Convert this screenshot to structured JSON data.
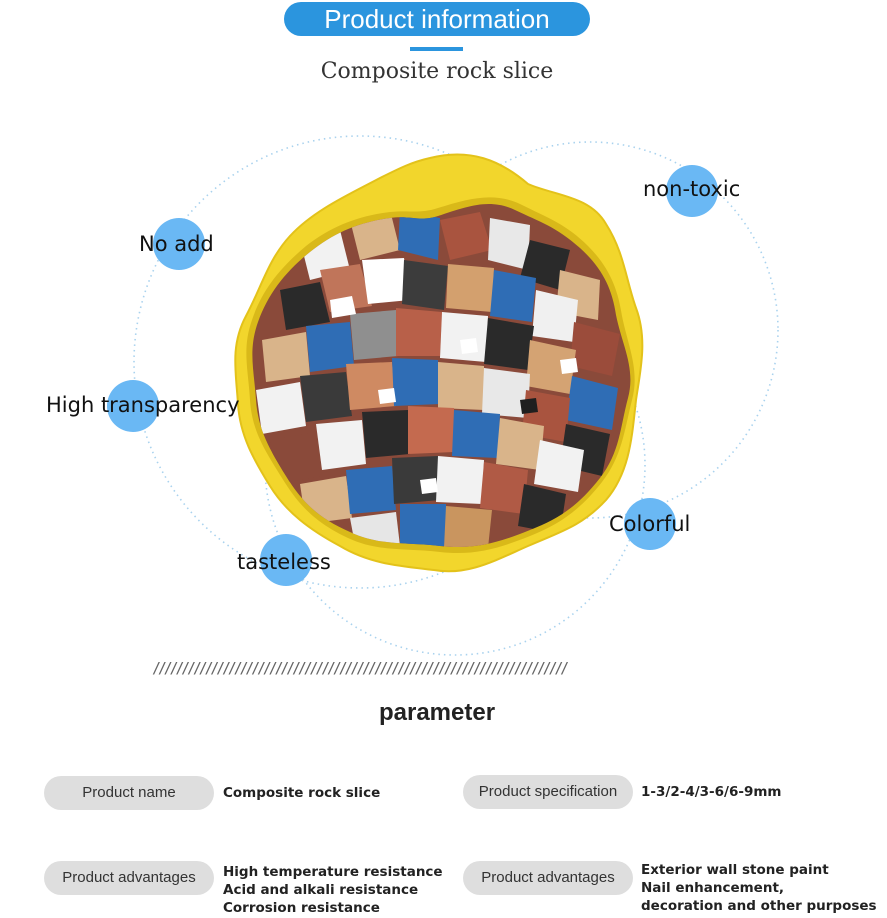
{
  "header": {
    "title": "Product information",
    "subtitle": "Composite rock slice",
    "accent_color": "#2b95de"
  },
  "features": [
    {
      "label": "non-toxic"
    },
    {
      "label": "No add"
    },
    {
      "label": "High transparency"
    },
    {
      "label": "Colorful"
    },
    {
      "label": "tasteless"
    }
  ],
  "divider": {
    "text": "///////////////////////////////////////////////////////////////////////"
  },
  "parameter": {
    "title": "parameter",
    "rows": [
      {
        "name": "Product name",
        "lines": [
          "Composite rock slice"
        ]
      },
      {
        "name": "Product specification",
        "lines": [
          "1-3/2-4/3-6/6-9mm"
        ]
      },
      {
        "name": "Product advantages",
        "lines": [
          "High temperature resistance",
          "Acid and alkali resistance",
          "Corrosion resistance"
        ]
      },
      {
        "name": "Product advantages",
        "lines": [
          "Exterior wall stone paint",
          "Nail enhancement,",
          "decoration and other purposes"
        ]
      }
    ]
  },
  "colors": {
    "bubble": "#6ab8f4",
    "orbit": "#a9d2ee",
    "bowl": "#f2d62c",
    "pill_bg": "#dedede"
  }
}
